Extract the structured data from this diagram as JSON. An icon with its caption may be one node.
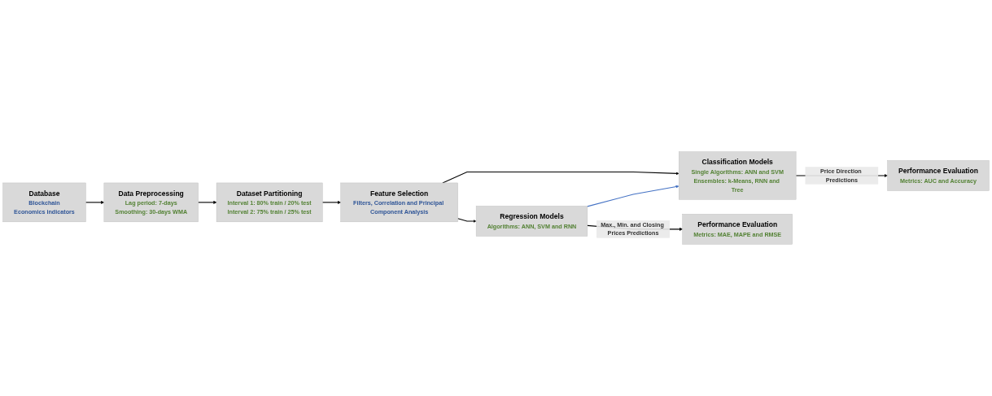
{
  "diagram": {
    "nodes": [
      {
        "text": [
          "Database",
          "Blockchain",
          "Economics indicators"
        ]
      },
      {
        "text": [
          "Data Preprocessing",
          "Lag period: 7-days",
          "Smoothing: 30-days WMA"
        ]
      },
      {
        "text": [
          "Dataset Partitioning",
          "Interval 1: 80% train / 20% test",
          "Interval 2: 75% train / 25% test"
        ]
      },
      {
        "text": [
          "Feature Selection",
          "Filters, Correlation and Principal Component Analysis"
        ]
      },
      {
        "text": [
          "Regression Models",
          "Algorithms: ANN, SVM and RNN"
        ]
      },
      {
        "text": [
          "Classification Models",
          "Single Algorithms: ANN and SVM",
          "Ensembles: k-Means, RNN and Tree"
        ]
      },
      {
        "text": [
          "Performance Evaluation",
          "Metrics: MAE, MAPE and RMSE"
        ]
      },
      {
        "text": [
          "Performance Evaluation",
          "Metrics: AUC and Accuracy"
        ]
      }
    ],
    "edges": [
      {
        "from": 0,
        "to": 1,
        "arrow": "to"
      },
      {
        "from": 1,
        "to": 2,
        "arrow": "to"
      },
      {
        "from": 2,
        "to": 3,
        "arrow": "to"
      },
      {
        "from": 3,
        "to": 4,
        "arrow": "to"
      },
      {
        "from": 3,
        "to": 5,
        "arrow": "to"
      },
      {
        "from": 4,
        "to": 6,
        "arrow": "to",
        "label": "Max., Min. and Closing Prices Predictions"
      },
      {
        "from": 4,
        "to": 5,
        "arrow": "to",
        "color": "#4472c4"
      },
      {
        "from": 5,
        "to": 7,
        "arrow": "to",
        "label": "Price Direction Predictions"
      }
    ]
  }
}
